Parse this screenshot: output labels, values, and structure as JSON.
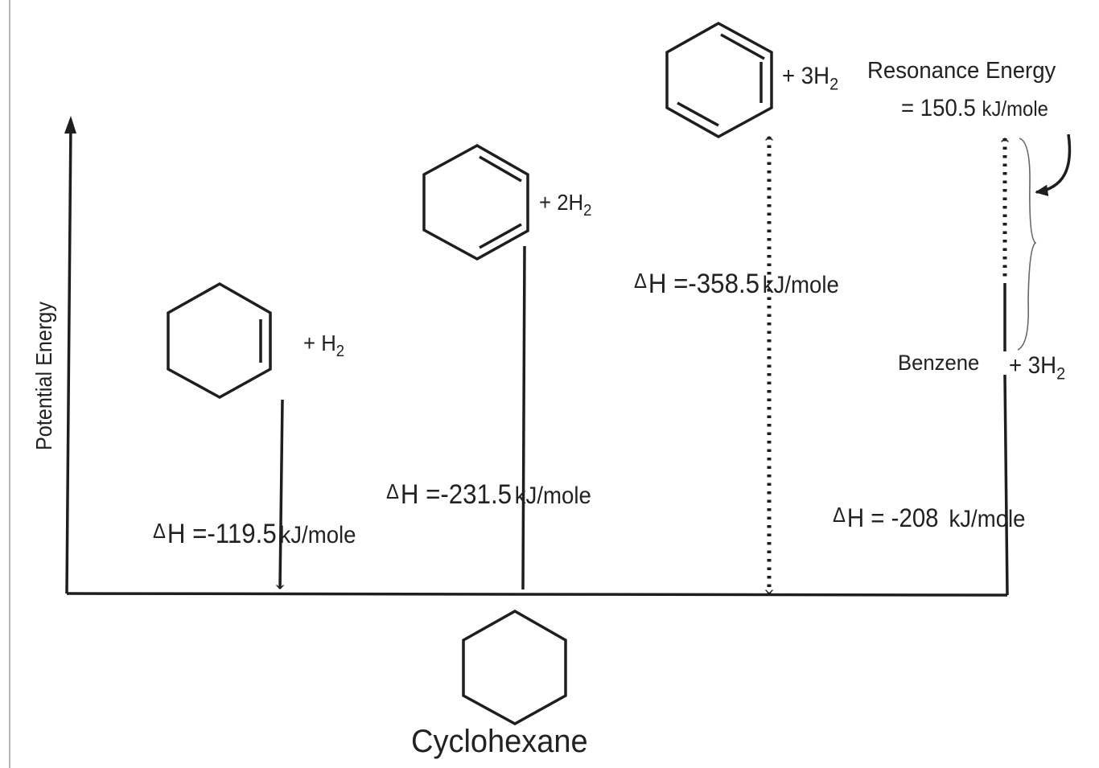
{
  "axis": {
    "y_label": "Potential Energy"
  },
  "bottom": {
    "label": "Cyclohexane"
  },
  "steps": {
    "cyclohexene": {
      "molecule": "cyclohexene",
      "reagent_prefix": "+ H",
      "reagent_sub": "2",
      "delta_symbol": "Δ",
      "dh_value": "H =-119.5",
      "unit": "kJ/mole"
    },
    "cyclohexadiene": {
      "molecule": "cyclohexadiene",
      "reagent_prefix": "+ 2H",
      "reagent_sub": "2",
      "delta_symbol": "Δ",
      "dh_value": "H =-231.5",
      "unit": "kJ/mole"
    },
    "benzene": {
      "molecule": "benzene",
      "reagent_prefix": "+ 3H",
      "reagent_sub": "2",
      "delta_symbol": "Δ",
      "dh_value": "H =-358.5",
      "unit": "kJ/mole"
    },
    "benzene_calculated": {
      "name": "Benzene",
      "reagent_prefix": "+ 3H",
      "reagent_sub": "2",
      "delta_symbol": "Δ",
      "dh_value": "H =  -208",
      "unit": "kJ/mole"
    }
  },
  "resonance": {
    "line1": "Resonance Energy",
    "line2_value": "= 150.5",
    "line2_unit": "kJ/mole"
  },
  "colors": {
    "ink": "#1e1e1e",
    "background": "#ffffff"
  }
}
